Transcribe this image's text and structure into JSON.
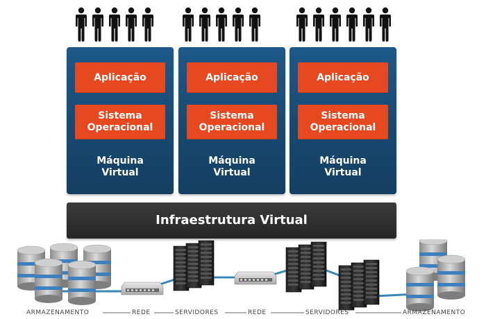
{
  "vms": [
    {
      "app": "Aplicação",
      "os": "Sistema Operacional",
      "vm": "Máquina Virtual"
    },
    {
      "app": "Aplicação",
      "os": "Sistema Operacional",
      "vm": "Máquina Virtual"
    },
    {
      "app": "Aplicação",
      "os": "Sistema Operacional",
      "vm": "Máquina Virtual"
    }
  ],
  "infra": "Infraestrutura Virtual",
  "captions": {
    "storage_left": "ARMAZENAMENTO",
    "network_left": "REDE",
    "servers_left": "SERVIDORES",
    "network_right": "REDE",
    "servers_right": "SERVIDORES",
    "storage_right": "ARMAZENAMENTO"
  },
  "icons": {
    "person": "person-icon",
    "database": "database-icon",
    "switch": "network-switch-icon",
    "server": "server-rack-icon"
  },
  "colors": {
    "vm_blue": "#17486f",
    "app_orange": "#e6491f",
    "infra_dark": "#2b2b2b",
    "link_blue": "#3a86b4"
  }
}
